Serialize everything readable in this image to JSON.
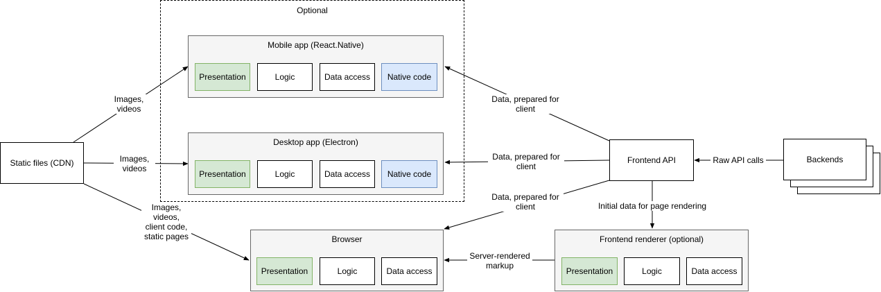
{
  "optional_group": {
    "title": "Optional"
  },
  "mobile_app": {
    "title": "Mobile app (React.Native)",
    "components": [
      "Presentation",
      "Logic",
      "Data access",
      "Native code"
    ]
  },
  "desktop_app": {
    "title": "Desktop app (Electron)",
    "components": [
      "Presentation",
      "Logic",
      "Data access",
      "Native code"
    ]
  },
  "browser": {
    "title": "Browser",
    "components": [
      "Presentation",
      "Logic",
      "Data access"
    ]
  },
  "frontend_renderer": {
    "title": "Frontend renderer (optional)",
    "components": [
      "Presentation",
      "Logic",
      "Data access"
    ]
  },
  "static_files": {
    "label": "Static files (CDN)"
  },
  "frontend_api": {
    "label": "Frontend API"
  },
  "backends": {
    "label": "Backends"
  },
  "edge_labels": {
    "cdn_to_mobile": [
      "Images,",
      "videos"
    ],
    "cdn_to_desktop": [
      "Images,",
      "videos"
    ],
    "cdn_to_browser": [
      "Images,",
      "videos,",
      "client code,",
      "static pages"
    ],
    "api_to_mobile": [
      "Data, prepared for",
      "client"
    ],
    "api_to_desktop": [
      "Data, prepared for",
      "client"
    ],
    "api_to_browser": [
      "Data, prepared for",
      "client"
    ],
    "backends_to_api": [
      "Raw API calls"
    ],
    "api_to_renderer": [
      "Initial data for page rendering"
    ],
    "renderer_to_browser": [
      "Server-rendered",
      "markup"
    ]
  },
  "colors": {
    "presentation_fill": "#d5e8d4",
    "presentation_stroke": "#82b366",
    "native_fill": "#dae8fc",
    "native_stroke": "#6c8ebf",
    "container_fill": "#f5f5f5",
    "container_stroke": "#666666"
  }
}
